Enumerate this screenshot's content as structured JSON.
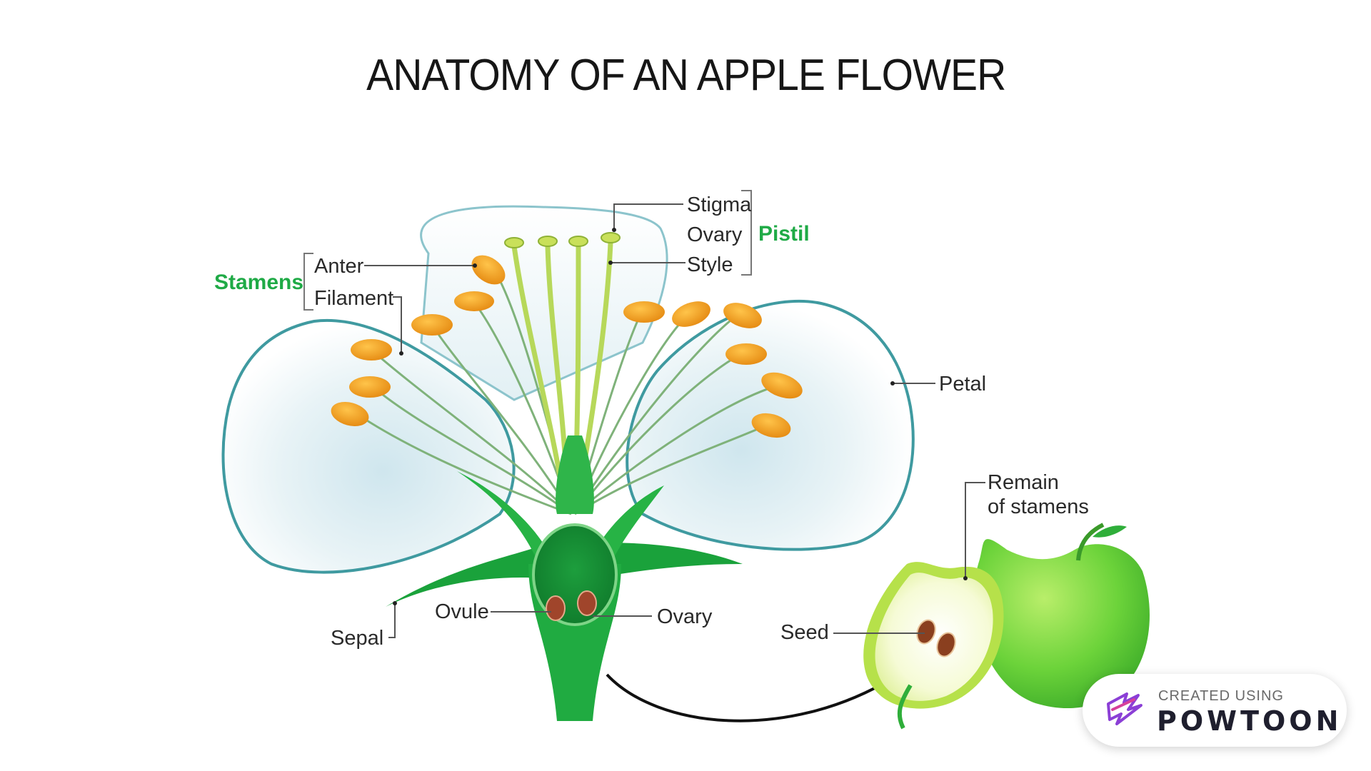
{
  "title": "ANATOMY OF AN APPLE FLOWER",
  "labels": {
    "stamens_group": "Stamens",
    "anter": "Anter",
    "filament": "Filament",
    "pistil_group": "Pistil",
    "stigma": "Stigma",
    "ovary_top": "Ovary",
    "style": "Style",
    "petal": "Petal",
    "sepal": "Sepal",
    "ovule": "Ovule",
    "ovary_bottom": "Ovary",
    "seed": "Seed",
    "remain_line1": "Remain",
    "remain_line2": "of stamens"
  },
  "badge": {
    "created_using": "CREATED USING",
    "brand": "POWTOON"
  },
  "colors": {
    "group_label": "#1faa46",
    "anther": "#f29a1a",
    "filament": "#7fb27a",
    "stem_green": "#2fb54a",
    "apple_green": "#6fcf3a",
    "petal_edge": "#3f9aa0"
  }
}
